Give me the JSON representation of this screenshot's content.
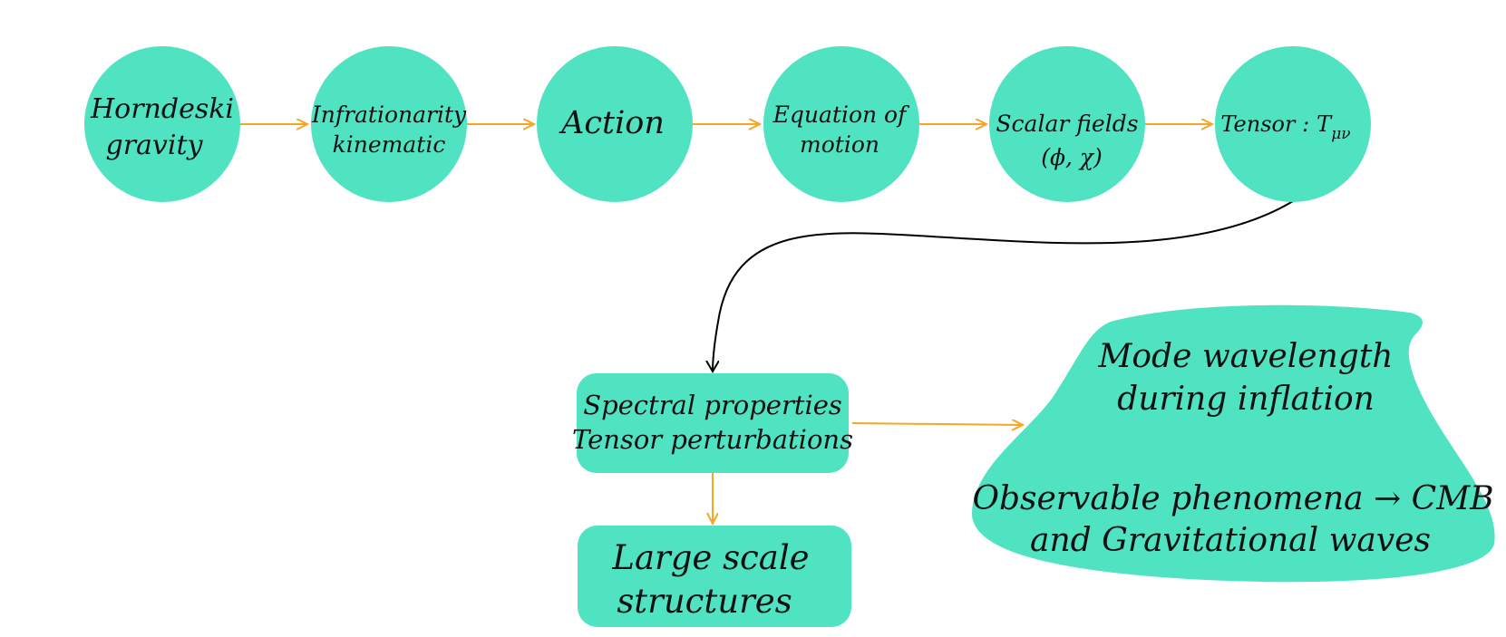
{
  "colors": {
    "node_fill": "#50E3C2",
    "flow_arrow": "#F5A623",
    "link_arrow": "#000000",
    "text": "#111111"
  },
  "nodes": {
    "horndeski": {
      "lines": [
        "Horndeski",
        "gravity"
      ]
    },
    "infrationarity": {
      "lines": [
        "Infrationarity",
        "kinematic"
      ]
    },
    "action": {
      "lines": [
        "Action"
      ]
    },
    "equation": {
      "lines": [
        "Equation of",
        "motion"
      ]
    },
    "scalar": {
      "lines": [
        "Scalar fields",
        "(ϕ, χ)"
      ]
    },
    "tensor": {
      "label": "Tensor :",
      "symbol": "T",
      "subscript": "μν"
    },
    "spectral": {
      "lines": [
        "Spectral properties",
        "Tensor perturbations"
      ]
    },
    "large_scale": {
      "lines": [
        "Large scale",
        "structures"
      ]
    },
    "mode": {
      "lines_top": [
        "Mode wavelength",
        "during inflation"
      ],
      "lines_bottom": [
        "Observable phenomena → CMB",
        "and Gravitational waves"
      ]
    }
  }
}
